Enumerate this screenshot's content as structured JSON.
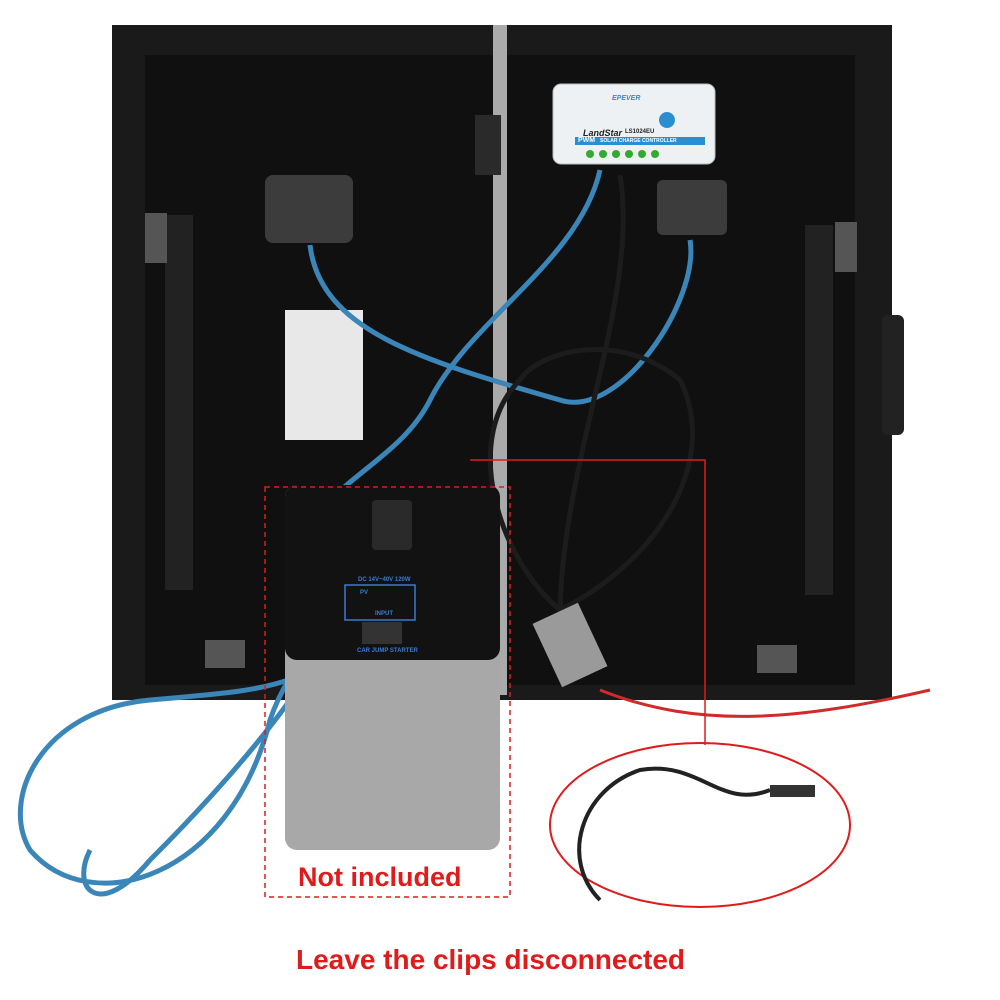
{
  "captions": {
    "not_included": "Not included",
    "leave_clips": "Leave the clips disconnected"
  },
  "controller": {
    "brand": "EPEVER",
    "model_name": "LandStar",
    "model_code": "LS1024EU",
    "type_label": "PWM",
    "description": "SOLAR CHARGE CONTROLLER"
  },
  "power_station": {
    "input_rating": "DC 14V~40V 120W",
    "pv_label": "PV",
    "input_label": "INPUT",
    "car_label": "CAR JUMP STARTER"
  },
  "colors": {
    "caption_red": "#e01b1b",
    "panel_black": "#151515",
    "cable_blue": "#3a86b8",
    "controller_white": "#eef1f3",
    "controller_accent": "#2a8fd0"
  }
}
